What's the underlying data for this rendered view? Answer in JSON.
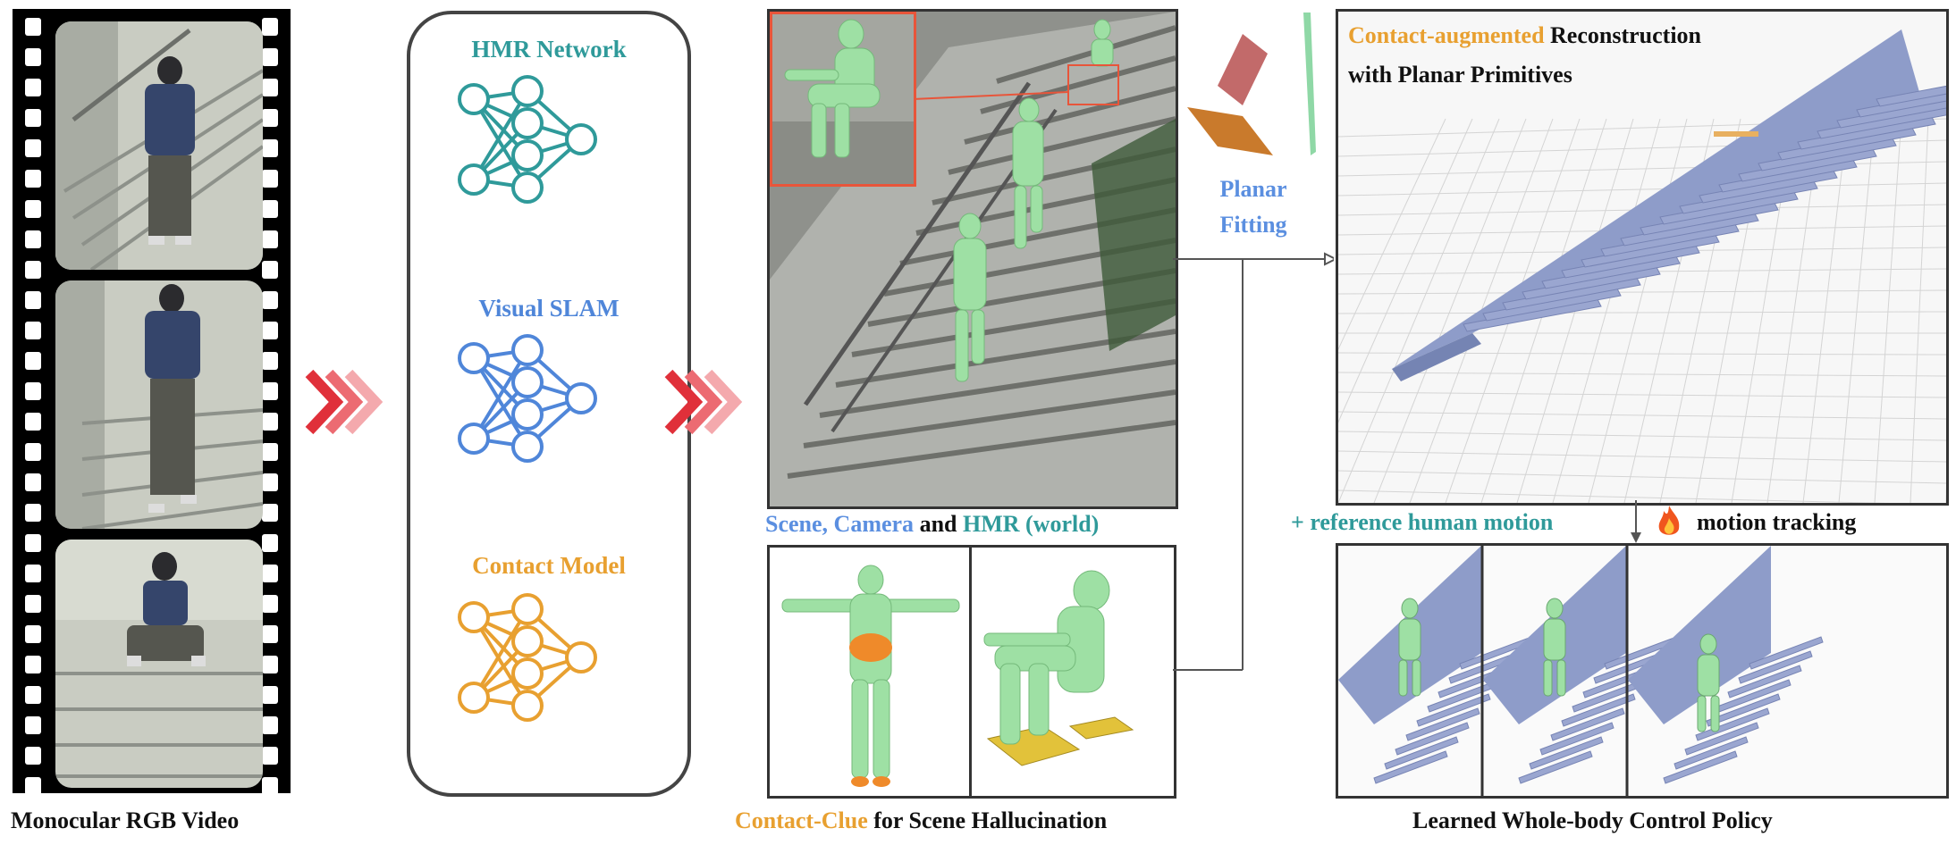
{
  "colors": {
    "teal": "#2f9a9a",
    "blue": "#4f86d9",
    "orange": "#e8a030",
    "arrow_red": "#e0303a",
    "stair_blue": "#8e9cc9",
    "body_green": "#9ee0a4",
    "sky_blue_text": "#5b8fe0"
  },
  "video": {
    "caption": "Monocular RGB Video"
  },
  "networks": [
    {
      "name": "HMR Network",
      "color": "#2f9a9a"
    },
    {
      "name": "Visual SLAM",
      "color": "#4f86d9"
    },
    {
      "name": "Contact Model",
      "color": "#e8a030"
    }
  ],
  "scene": {
    "caption_parts": [
      "Scene, Camera",
      " and ",
      "HMR (world)"
    ]
  },
  "planar": {
    "label_line1": "Planar",
    "label_line2": "Fitting"
  },
  "contact": {
    "caption_highlight": "Contact-Clue",
    "caption_rest": " for Scene Hallucination"
  },
  "recon": {
    "title_highlight": "Contact-augmented",
    "title_rest": " Reconstruction",
    "title_line2": "with Planar Primitives"
  },
  "policy": {
    "ref_motion": "+ reference human motion",
    "fire_icon": "fire-icon",
    "tracking": "motion tracking",
    "caption": "Learned Whole-body Control Policy"
  }
}
